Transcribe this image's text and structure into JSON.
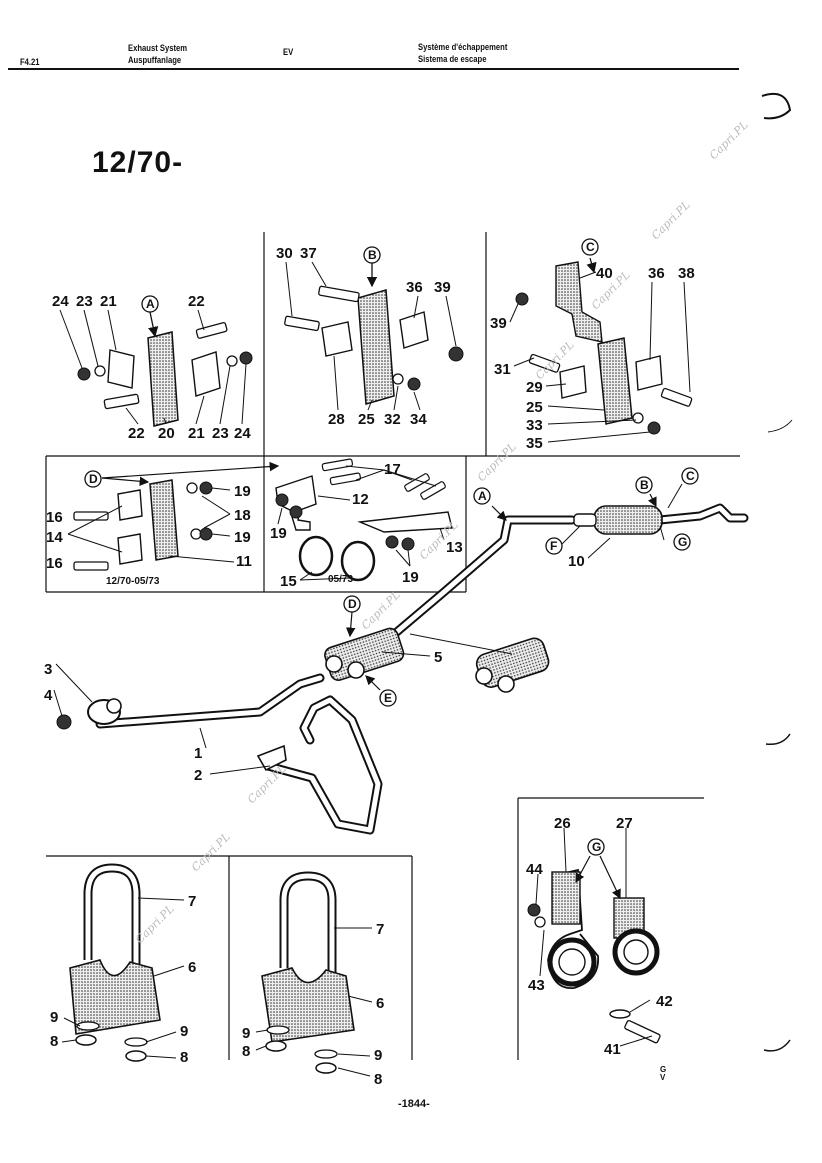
{
  "header": {
    "page_ref": "F4.21",
    "title_en": "Exhaust System",
    "title_de": "Auspuffanlage",
    "code": "EV",
    "title_fr": "Système d'échappement",
    "title_es": "Sistema de escape"
  },
  "model_range": "12/70-",
  "watermark": "Capri.PL",
  "panels": {
    "A": {
      "letter": "A",
      "labels_top": [
        "24",
        "23",
        "21",
        "22"
      ],
      "labels_bottom": [
        "22",
        "20",
        "21",
        "23",
        "24"
      ]
    },
    "B": {
      "letter": "B",
      "labels": [
        "30",
        "37",
        "36",
        "39",
        "28",
        "25",
        "32",
        "34"
      ]
    },
    "C": {
      "letter": "C",
      "labels": [
        "40",
        "36",
        "38",
        "39",
        "31",
        "29",
        "25",
        "33",
        "35"
      ]
    },
    "D": {
      "letter": "D",
      "labels": [
        "19",
        "16",
        "18",
        "14",
        "19",
        "16",
        "11"
      ],
      "caption": "12/70-05/73"
    },
    "E": {
      "labels": [
        "17",
        "12",
        "19",
        "13",
        "15",
        "19"
      ],
      "caption": "05/73-"
    },
    "G": {
      "letter": "G",
      "labels": [
        "26",
        "27",
        "44",
        "43",
        "42",
        "41"
      ]
    }
  },
  "main": {
    "callouts": [
      "A",
      "B",
      "C",
      "F",
      "G",
      "D",
      "E"
    ],
    "labels": [
      "10",
      "5",
      "3",
      "4",
      "1",
      "2"
    ]
  },
  "clamps": {
    "left": {
      "labels": [
        "7",
        "6",
        "9",
        "9",
        "8",
        "8"
      ]
    },
    "right": {
      "labels": [
        "7",
        "6",
        "9",
        "8",
        "9",
        "8"
      ]
    }
  },
  "footer": {
    "page_number": "-1844-",
    "marks": "G V"
  }
}
